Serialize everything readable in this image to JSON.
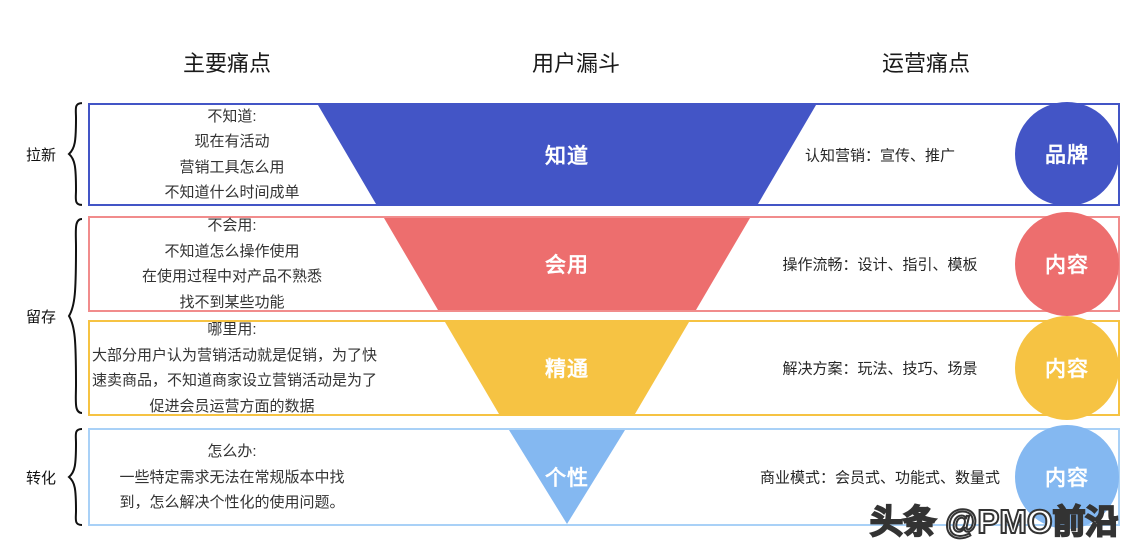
{
  "headers": {
    "left": "主要痛点",
    "center": "用户漏斗",
    "right": "运营痛点"
  },
  "groups": [
    {
      "label": "拉新"
    },
    {
      "label": "留存"
    },
    {
      "label": "转化"
    }
  ],
  "stages": [
    {
      "pain": "不知道:\n现在有活动\n营销工具怎么用\n不知道什么时间成单",
      "funnel_label": "知道",
      "ops": "认知营销：宣传、推广",
      "circle": "品牌",
      "fill": "#4355c6",
      "border": "#4355c6"
    },
    {
      "pain": "不会用:\n不知道怎么操作使用\n在使用过程中对产品不熟悉\n找不到某些功能",
      "funnel_label": "会用",
      "ops": "操作流畅：设计、指引、模板",
      "circle": "内容",
      "fill": "#ed6e6e",
      "border": "#f18c8c"
    },
    {
      "pain": "哪里用:\n大部分用户认为营销活动就是促销，为了快\n速卖商品，不知道商家设立营销活动是为了\n促进会员运营方面的数据",
      "funnel_label": "精通",
      "ops": "解决方案：玩法、技巧、场景",
      "circle": "内容",
      "fill": "#f6c343",
      "border": "#f6c343"
    },
    {
      "pain": "怎么办:\n一些特定需求无法在常规版本中找\n到，怎么解决个性化的使用问题。",
      "funnel_label": "个性",
      "ops": "商业模式：会员式、功能式、数量式",
      "circle": "内容",
      "fill": "#84b8f1",
      "border": "#a9d1f7"
    }
  ],
  "watermark": "头条 @PMO前沿"
}
